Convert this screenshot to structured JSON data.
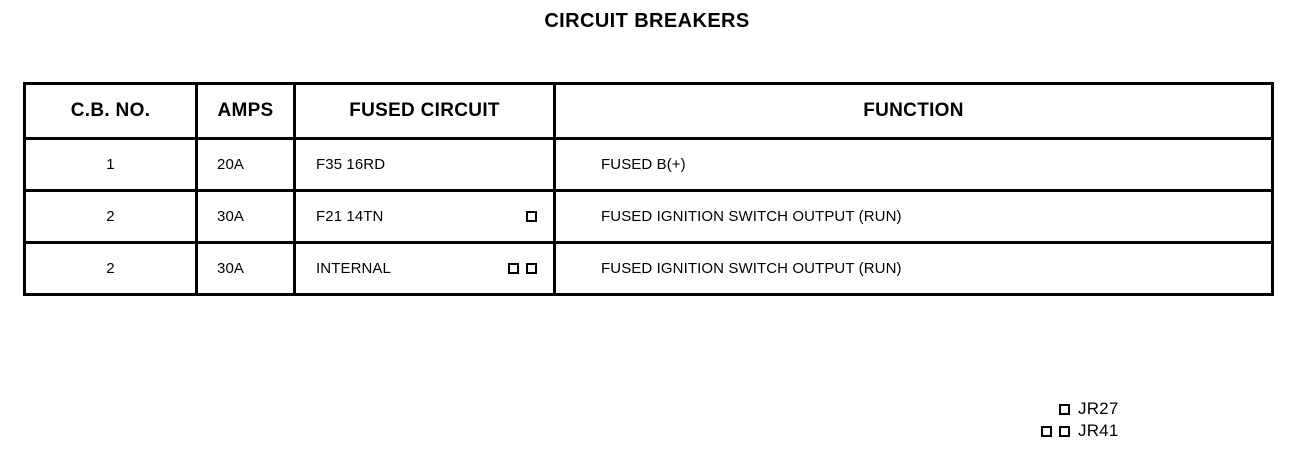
{
  "document": {
    "title": "CIRCUIT BREAKERS"
  },
  "table": {
    "columns": [
      {
        "key": "cb_no",
        "label": "C.B. NO."
      },
      {
        "key": "amps",
        "label": "AMPS"
      },
      {
        "key": "circuit",
        "label": "FUSED CIRCUIT"
      },
      {
        "key": "function",
        "label": "FUNCTION"
      }
    ],
    "rows": [
      {
        "cb_no": "1",
        "amps": "20A",
        "circuit": "F35 16RD",
        "markers": 0,
        "function": "FUSED B(+)"
      },
      {
        "cb_no": "2",
        "amps": "30A",
        "circuit": "F21 14TN",
        "markers": 1,
        "function": "FUSED IGNITION SWITCH OUTPUT (RUN)"
      },
      {
        "cb_no": "2",
        "amps": "30A",
        "circuit": "INTERNAL",
        "markers": 2,
        "function": "FUSED IGNITION SWITCH OUTPUT (RUN)"
      }
    ]
  },
  "legend": {
    "items": [
      {
        "marks": 1,
        "label": "JR27"
      },
      {
        "marks": 2,
        "label": "JR41"
      }
    ]
  },
  "colors": {
    "ink": "#000000",
    "paper": "#ffffff"
  }
}
